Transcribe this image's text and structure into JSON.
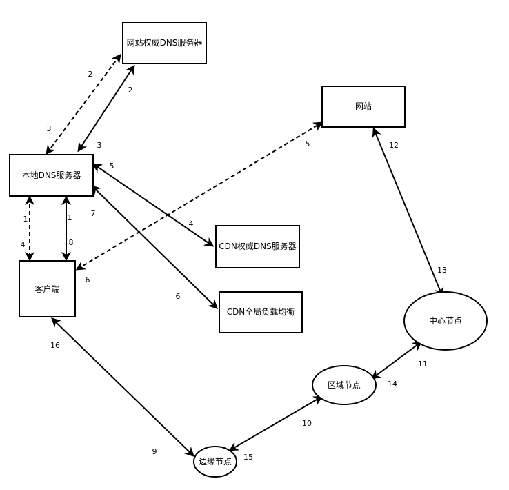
{
  "nodes": {
    "site_dns": "网站权威DNS服务器",
    "website": "网站",
    "local_dns": "本地DNS服务器",
    "client": "客户端",
    "cdn_dns": "CDN权威DNS服务器",
    "cdn_glb": "CDN全局负载均衡",
    "center": "中心节点",
    "region": "区域节点",
    "edge": "边缘节点"
  },
  "labels": {
    "l2a": "2",
    "l3a": "3",
    "l2b": "2",
    "l3b": "3",
    "l5a": "5",
    "l4a": "4",
    "l7": "7",
    "l6a": "6",
    "l1a": "1",
    "l4b": "4",
    "l1b": "1",
    "l8": "8",
    "l5b": "5",
    "l6b": "6",
    "l12": "12",
    "l13": "13",
    "l11": "11",
    "l14": "14",
    "l10": "10",
    "l15": "15",
    "l16": "16",
    "l9": "9"
  }
}
